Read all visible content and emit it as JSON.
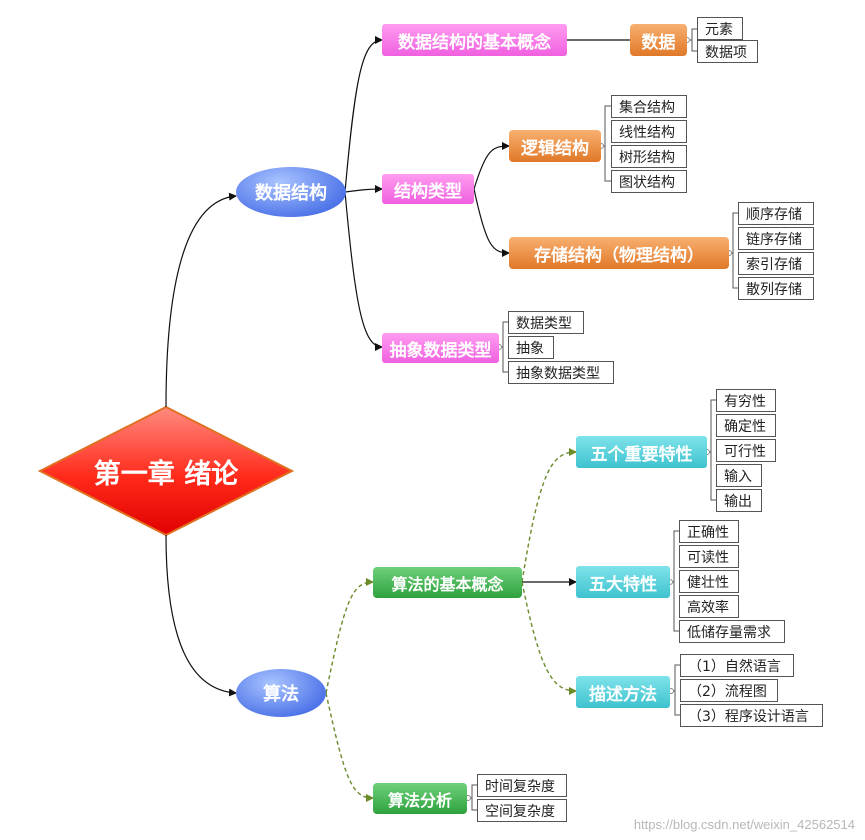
{
  "root": {
    "label": "第一章 绪论"
  },
  "ds": {
    "label": "数据结构",
    "concept": {
      "label": "数据结构的基本概念",
      "data_label": "数据",
      "items": [
        "元素",
        "数据项"
      ]
    },
    "types": {
      "label": "结构类型",
      "logical": {
        "label": "逻辑结构",
        "items": [
          "集合结构",
          "线性结构",
          "树形结构",
          "图状结构"
        ]
      },
      "storage": {
        "label": "存储结构（物理结构）",
        "items": [
          "顺序存储",
          "链序存储",
          "索引存储",
          "散列存储"
        ]
      }
    },
    "adt": {
      "label": "抽象数据类型",
      "items": [
        "数据类型",
        "抽象",
        "抽象数据类型"
      ]
    }
  },
  "algo": {
    "label": "算法",
    "concept": {
      "label": "算法的基本概念",
      "five_key": {
        "label": "五个重要特性",
        "items": [
          "有穷性",
          "确定性",
          "可行性",
          "输入",
          "输出"
        ]
      },
      "five_big": {
        "label": "五大特性",
        "items": [
          "正确性",
          "可读性",
          "健壮性",
          "高效率",
          "低储存量需求"
        ]
      },
      "describe": {
        "label": "描述方法",
        "items": [
          "（1）自然语言",
          "（2）流程图",
          "（3）程序设计语言"
        ]
      }
    },
    "analysis": {
      "label": "算法分析",
      "items": [
        "时间复杂度",
        "空间复杂度"
      ]
    }
  },
  "watermark": "https://blog.csdn.net/weixin_42562514"
}
